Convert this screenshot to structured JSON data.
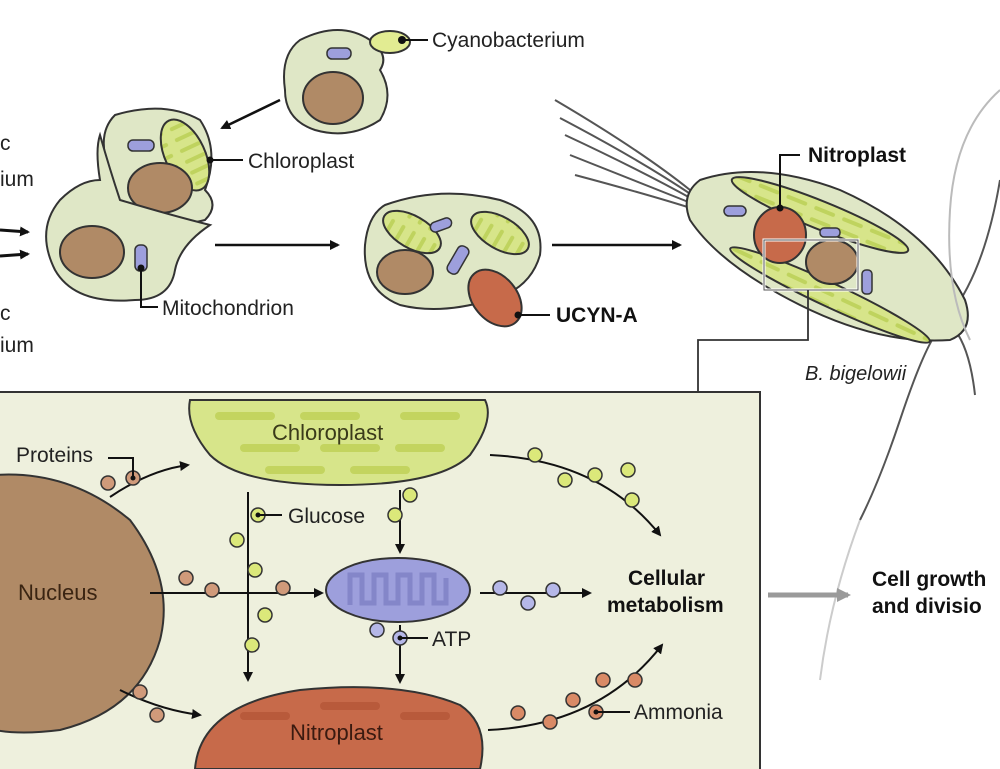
{
  "top": {
    "cyanobacterium_label": "Cyanobacterium",
    "chloroplast_label": "Chloroplast",
    "mitochondrion_label": "Mitochondrion",
    "ucyna_label": "UCYN-A",
    "nitroplast_label": "Nitroplast",
    "species_label": "B. bigelowii",
    "left_partial_1a": "c",
    "left_partial_1b": "ium",
    "left_partial_2a": "c",
    "left_partial_2b": "ium"
  },
  "inset": {
    "chloroplast_label": "Chloroplast",
    "proteins_label": "Proteins",
    "glucose_label": "Glucose",
    "nucleus_label": "Nucleus",
    "atp_label": "ATP",
    "nitroplast_label": "Nitroplast",
    "ammonia_label": "Ammonia",
    "metabolism_line1": "Cellular",
    "metabolism_line2": "metabolism"
  },
  "outcome": {
    "line1": "Cell growth",
    "line2": "and divisio"
  },
  "colors": {
    "cell_fill": "#dfe7c6",
    "chloroplast_fill": "#d7e58a",
    "nucleus_fill": "#b08a66",
    "mito_fill": "#9d9fdc",
    "nitroplast_fill": "#c76a4a",
    "panel_fill": "#eef0dd"
  }
}
